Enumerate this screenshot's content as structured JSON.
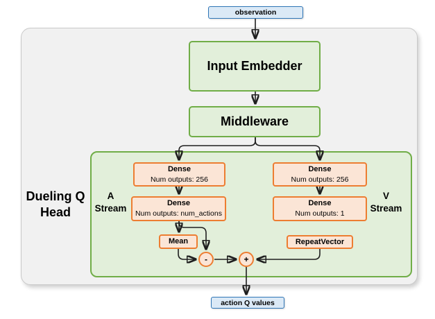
{
  "colors": {
    "blue_fill": "#dbe9f6",
    "blue_border": "#2e75b6",
    "green_fill": "#e2efda",
    "green_border": "#70ad47",
    "orange_fill": "#fbe5d6",
    "orange_border": "#ed7d31",
    "container_fill": "#f1f1f1",
    "container_border": "#c9c9c9",
    "edge": "#1f1f1f"
  },
  "nodes": {
    "observation": {
      "label": "observation"
    },
    "input_embedder": {
      "label": "Input Embedder"
    },
    "middleware": {
      "label": "Middleware"
    },
    "dueling_head": {
      "label": "Dueling Q Head"
    },
    "a_stream": {
      "label": "A Stream"
    },
    "v_stream": {
      "label": "V Stream"
    },
    "a_dense_1": {
      "title": "Dense",
      "subtitle": "Num outputs: 256"
    },
    "a_dense_2": {
      "title": "Dense",
      "subtitle": "Num outputs: num_actions"
    },
    "v_dense_1": {
      "title": "Dense",
      "subtitle": "Num outputs: 256"
    },
    "v_dense_2": {
      "title": "Dense",
      "subtitle": "Num outputs: 1"
    },
    "mean": {
      "label": "Mean"
    },
    "repeat_vector": {
      "label": "RepeatVector"
    },
    "minus_op": {
      "label": "-"
    },
    "plus_op": {
      "label": "+"
    },
    "action_q_values": {
      "label": "action Q values"
    }
  }
}
